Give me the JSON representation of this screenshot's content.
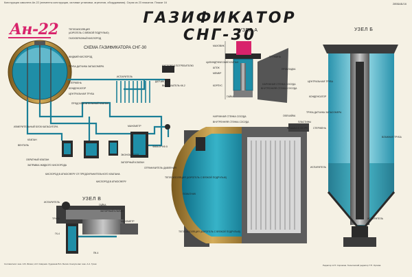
{
  "header": {
    "series_note": "Конструкция самолета Ан-22 (элементы конструкции, силовые установки, агрегатов, оборудования). Серия из 23 плакатов. Плакат 16",
    "code": "285БАБ/16"
  },
  "brand": "Ан-22",
  "title": "ГАЗИФИКАТОР СНГ-30",
  "schema_title": "СХЕМА ГАЗИФИКАТОРА СНГ-30",
  "nodes": {
    "a": "УЗЕЛ А",
    "b": "УЗЕЛ Б",
    "v": "УЗЕЛ В"
  },
  "labels_schema": {
    "l1": "ТЕПЛОИЗОЛЯЦИЯ",
    "l2": "(АЭРОГЕЛЬ С ВЯЗКОЙ ПОДРУЛЬЮ)",
    "l3": "ГАЗООБРАЗНЫЙ КИСЛОРОД",
    "l4": "ЖИДКИЙ КИСЛОРОД",
    "l5": "ТРУБА ДАТЧИКА ЗАПАСОМЕРА",
    "l6": "СТЕРЖЕНЬ",
    "l7": "КОНДЕНСАТОР",
    "l8": "ЦЕНТРАЛЬНАЯ ТРУБА",
    "l9": "ИСПАРИТЕЛЬ",
    "l10": "ПРЕДОХРАНИТЕЛЬНЫЙ КЛАПАН",
    "l11": "ИЗМЕРИТЕЛЬНЫЙ БЛОК КАПАСИТОРА",
    "l12": "КЛАПАН",
    "l13": "ВЕНТИЛЬ",
    "l14": "ВЫКЛЮЧАТЕЛЬ КК-2",
    "l15": "КИСЛОРОД ПОТРЕБИТЕЛЮ",
    "l16": "ОБРАТНЫЙ КЛАПАН",
    "l17": "ЗАПРАВКА ЖИДКОГО КИСЛОРОДА",
    "l18": "КИСЛОРОД В АТМОСФЕРУ ОТ ПРЕДОХРАНИТЕЛЬНОГО КЛАПАНА",
    "l19": "КИСЛОРОД В АТМОСФЕРУ",
    "l20": "МАНОМЕТР",
    "l21": "ОГРАНИЧИТЕЛЬ ДАВЛЕНИЯ",
    "l22": "ЗАПОРНЫЙ КЛАПАН",
    "l23": "ЭКОНОМАЙЗЕР",
    "l24": "ФИЛЬТР КФ-5",
    "l25": "ДАТЧИК КК-2"
  },
  "labels_a": {
    "a1": "МАХОВИК",
    "a2": "ЦИЛИНДРИЧЕСКИЙ КЛАПАН",
    "a3": "ШТОК",
    "a4": "КОРПУС",
    "a5": "ПРУЖИНА",
    "a6": "ПРОКЛАДКА",
    "a7": "МЕМБР",
    "a8": "НАРУЖНАЯ СТЕНКА СОСУДА",
    "a9": "ВНУТРЕННЯЯ СТЕНКА СОСУДА",
    "a10": "ГАЙКА"
  },
  "labels_b": {
    "b1": "ЦЕНТРАЛЬНАЯ ТРУБА",
    "b2": "КОНДЕНСАТОР",
    "b3": "ТРУБА ДАТЧИКА ЗАПАСОМЕРА",
    "b4": "ВЛАЖНАЯ ТРУБА",
    "b5": "СТЕРЖЕНЬ",
    "b6": "ИСПАРИТЕЛЬ"
  },
  "labels_center": {
    "c1": "НАРУЖНАЯ СТЕНКА СОСУДА",
    "c2": "ВНУТРЕННЯЯ СТЕНКА СОСУДА",
    "c3": "ПЛАСТИНЫ",
    "c4": "ОБЕЧАЙКА",
    "c5": "КРЫШКА В СБОРЕ",
    "c6": "ТЕПЛОИЗОЛЯЦИЯ (АЭРОГЕЛЬ С ВЯЗКОЙ ПОДРУЛЬЮ)",
    "c7": "ПОЖАТНИК",
    "c8": "ИСПАРИТЕЛЬ",
    "c9": "ТЕПЛОИЗОЛЯЦИЯ (АЭРОГЕЛЬ С ВЯЗКОЙ ПОДРУЛЬЮ)"
  },
  "labels_v": {
    "v1": "ИСПАРИТЕЛЬ",
    "v2": "ГАЙКА",
    "v3": "ЗАПОРНЫЙ КЛАПАН",
    "v4": "ТРУБА",
    "v5": "МАНОМЕТР",
    "v6": "ГК-4",
    "v7": "ПК-4"
  },
  "footer": {
    "left": "Составители: инж. А.Б. Ивлев, Н.И. Смирнов. Художник В.А. Белов. Консультант инж. А.А. Гусев",
    "right": "Редактор Н.П. Сорокина. Технический редактор Т.П. Орлова"
  },
  "colors": {
    "accent": "#d8236b",
    "liquid": "#1a8aa6",
    "liquid_light": "#6fd0df",
    "metal": "#7d7d7d",
    "frame": "#b08a3a",
    "dark": "#1c1c1c"
  }
}
